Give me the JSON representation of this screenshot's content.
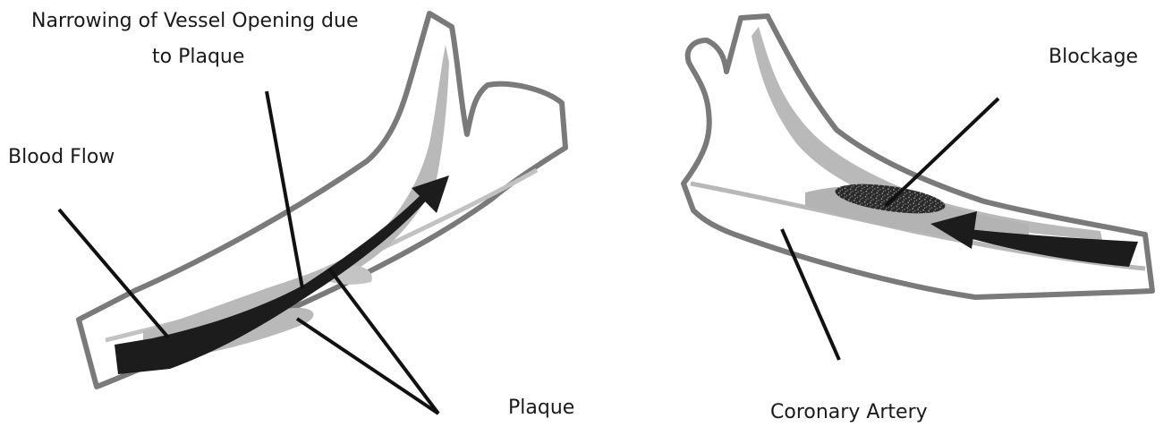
{
  "labels": {
    "narrowing_line1": "Narrowing of Vessel Opening due",
    "narrowing_line2": "to Plaque",
    "blood_flow": "Blood Flow",
    "plaque": "Plaque",
    "blockage": "Blockage",
    "coronary_artery": "Coronary Artery"
  },
  "colors": {
    "vessel_wall": "#7a7a7a",
    "vessel_fill": "#ffffff",
    "plaque": "#b9b9b9",
    "arrow": "#1c1c1c",
    "leader_line": "#111111",
    "text": "#1a1a1a"
  }
}
